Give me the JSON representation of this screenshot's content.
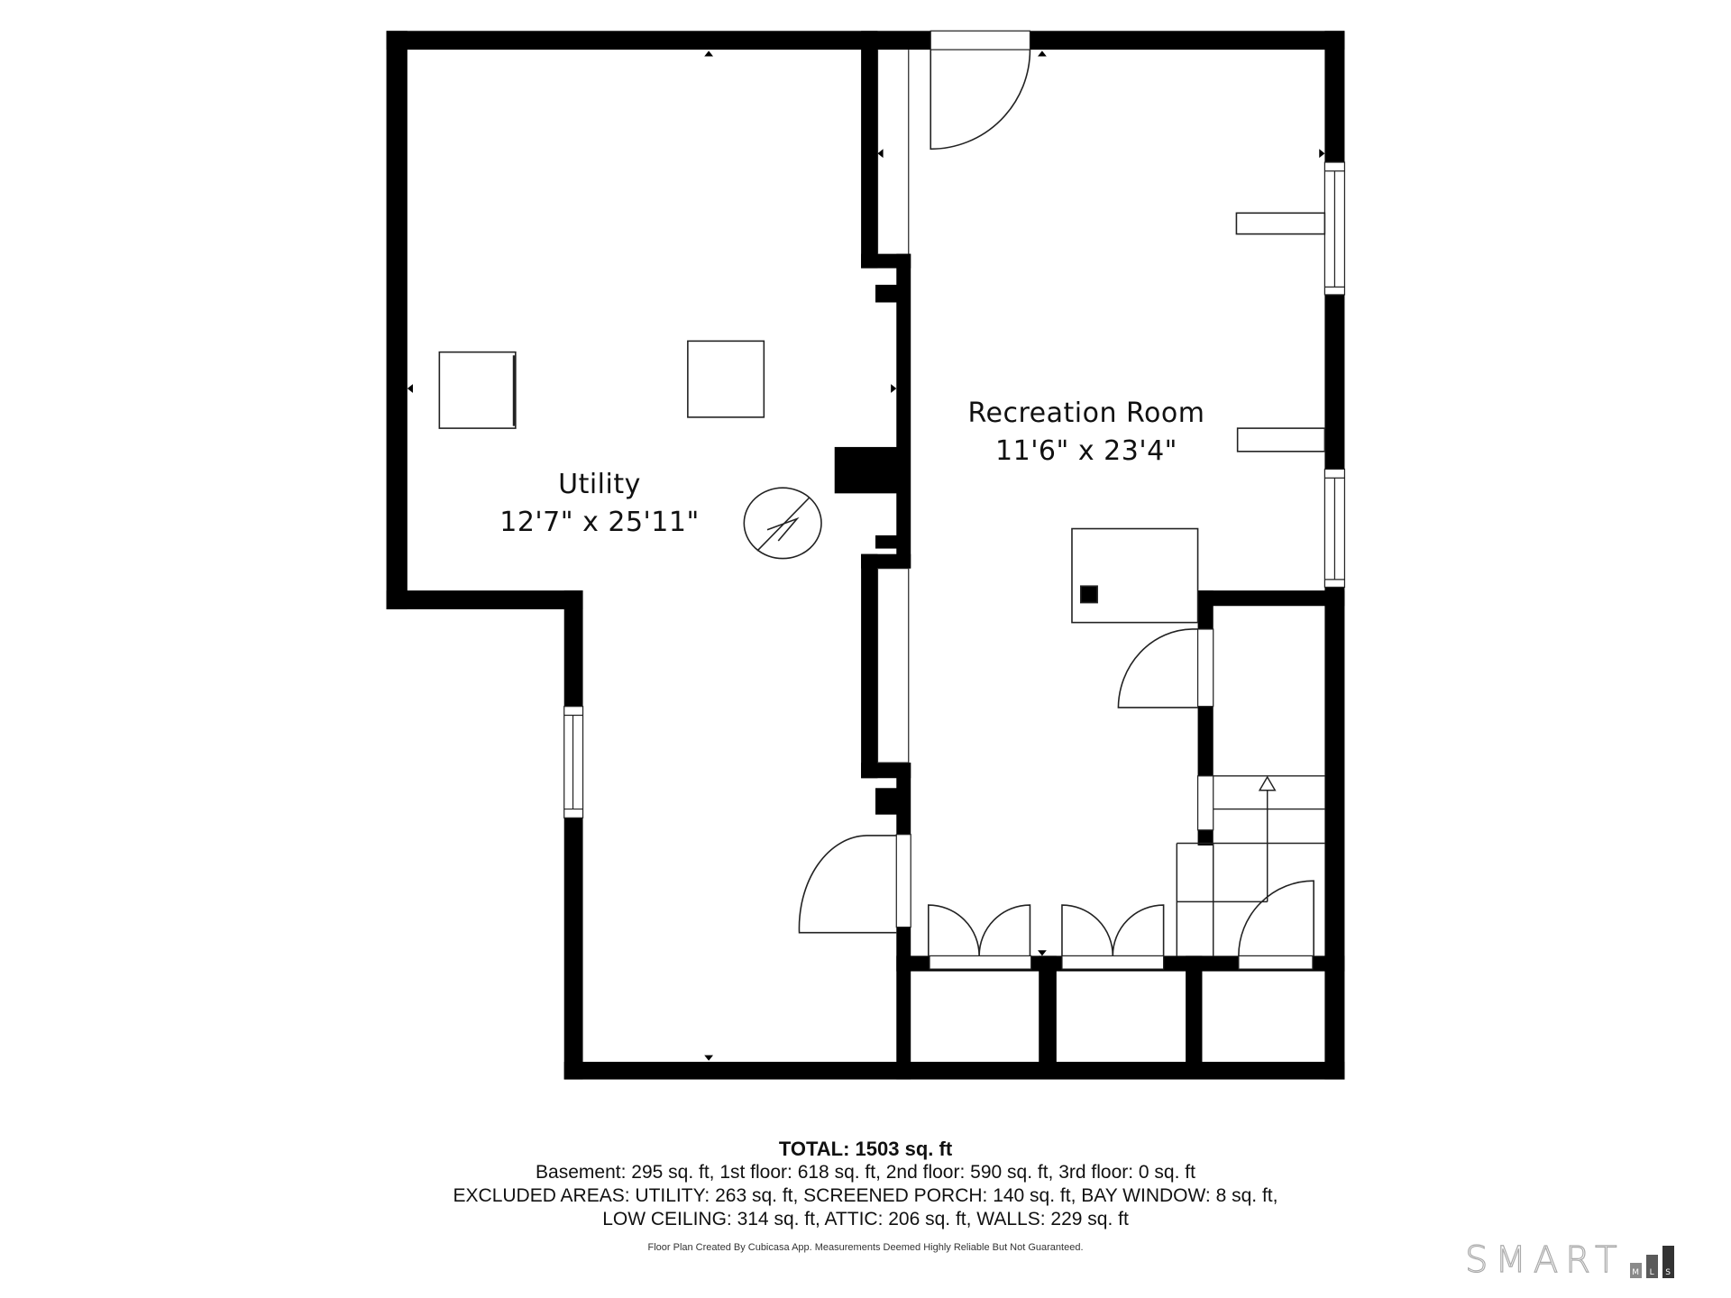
{
  "rooms": [
    {
      "name": "Utility",
      "dimensions": "12'7\" x 25'11\""
    },
    {
      "name": "Recreation Room",
      "dimensions": "11'6\" x 23'4\""
    }
  ],
  "summary": {
    "total": "TOTAL: 1503 sq. ft",
    "floors": "Basement: 295 sq. ft, 1st floor: 618 sq. ft, 2nd floor: 590 sq. ft, 3rd floor: 0 sq. ft",
    "excluded_1": "EXCLUDED AREAS: UTILITY: 263 sq. ft, SCREENED PORCH: 140 sq. ft, BAY WINDOW: 8 sq. ft,",
    "excluded_2": "LOW CEILING: 314 sq. ft, ATTIC: 206 sq. ft, WALLS: 229 sq. ft",
    "disclaimer": "Floor Plan Created By Cubicasa App. Measurements Deemed Highly Reliable But Not Guaranteed."
  },
  "logo": {
    "word": "SMART",
    "letters": [
      "M",
      "L",
      "S"
    ],
    "bar_colors": [
      "#8a8a8a",
      "#5a5a5a",
      "#333333"
    ]
  },
  "colors": {
    "wall": "#000000",
    "background": "#ffffff",
    "line": "#222222"
  },
  "icons": [
    "electrical-panel-icon",
    "door-swing-icon",
    "stairs-up-arrow-icon",
    "window-icon",
    "measurement-marker-icon"
  ]
}
